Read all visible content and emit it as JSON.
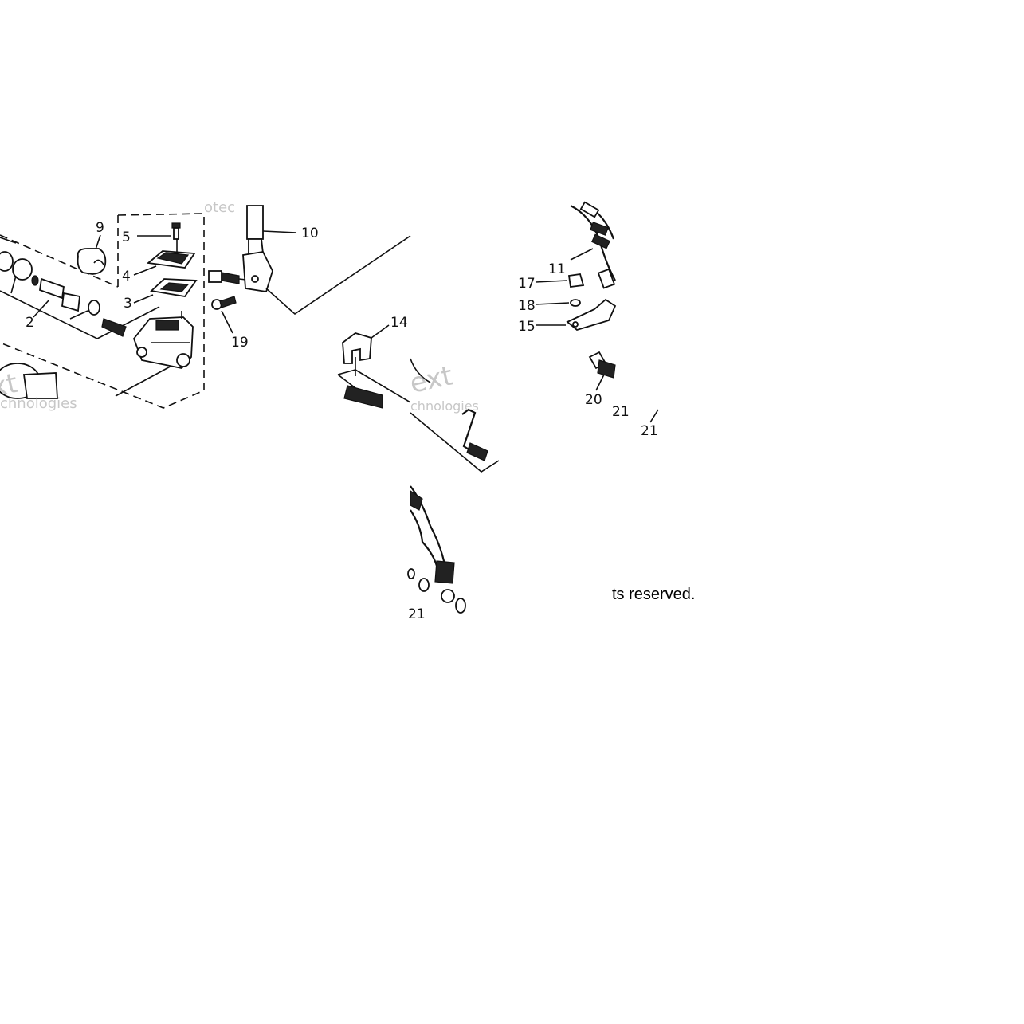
{
  "labels": {
    "l2": "2",
    "l3": "3",
    "l4": "4",
    "l5": "5",
    "l9": "9",
    "l10": "10",
    "l11": "11",
    "l14": "14",
    "l15": "15",
    "l17": "17",
    "l18": "18",
    "l19": "19",
    "l20": "20",
    "l21a": "21",
    "l21b": "21",
    "l21c": "21"
  },
  "watermark": {
    "left_top": "xt",
    "left_bottom": "chnologies",
    "mid_top": "ext",
    "mid_bottom": "chnologies",
    "top": "otec"
  },
  "copyright_fragment": "ts reserved."
}
